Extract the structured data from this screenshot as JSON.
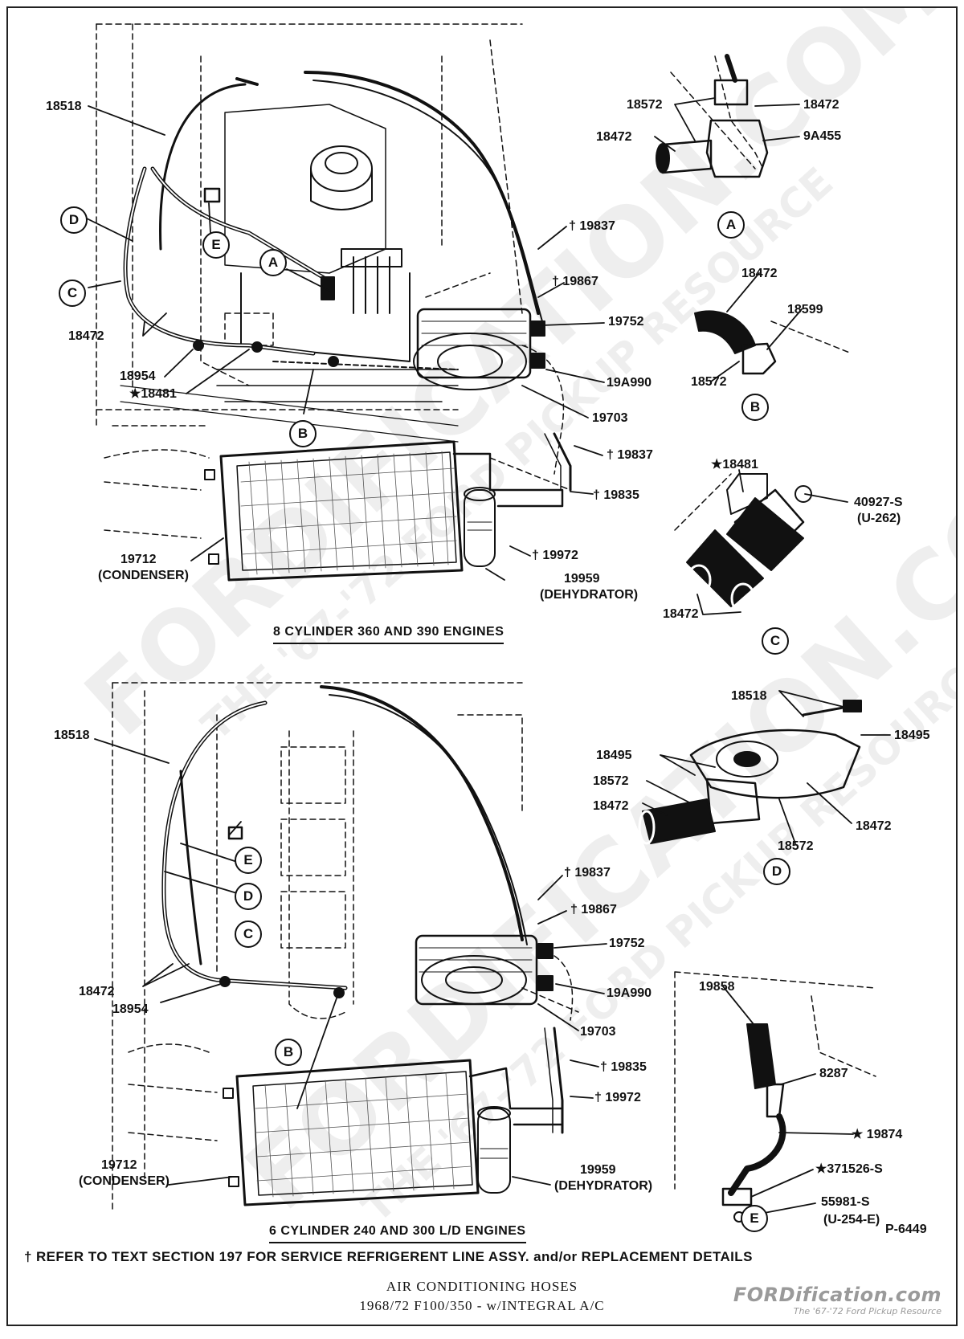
{
  "parts": {
    "t18518": "18518",
    "t18472a": "18472",
    "t18954": "18954",
    "t18481": "★18481",
    "t19837a": "† 19837",
    "t19867": "† 19867",
    "t19752": "19752",
    "t19a990": "19A990",
    "t19703": "19703",
    "t19837b": "† 19837",
    "t19835": "† 19835",
    "t19972": "† 19972",
    "t19712": "19712",
    "t19712s": "(CONDENSER)",
    "t19959": "19959",
    "t19959s": "(DEHYDRATOR)",
    "b18518": "18518",
    "b18472": "18472",
    "b18954": "18954",
    "b19837": "† 19837",
    "b19867": "† 19867",
    "b19752": "19752",
    "b19a990": "19A990",
    "b19703": "19703",
    "b19835": "† 19835",
    "b19972": "† 19972",
    "b19712": "19712",
    "b19712s": "(CONDENSER)",
    "b19959": "19959",
    "b19959s": "(DEHYDRATOR)",
    "a18572": "18572",
    "a18472r": "18472",
    "a18472l": "18472",
    "a9a455": "9A455",
    "bb18472": "18472",
    "bb18599": "18599",
    "bb18572": "18572",
    "c18481": "★18481",
    "c40927": "40927-S",
    "c40927s": "(U-262)",
    "c18472": "18472",
    "d18518": "18518",
    "d18495r": "18495",
    "d18495l": "18495",
    "d18572l": "18572",
    "d18472l": "18472",
    "d18472r": "18472",
    "d18572b": "18572",
    "e19858": "19858",
    "e8287": "8287",
    "e19874": "★ 19874",
    "e371526": "★371526-S",
    "e55981": "55981-S",
    "e55981s": "(U-254-E)"
  },
  "callouts": {
    "tA": "A",
    "tB": "B",
    "tC": "C",
    "tD": "D",
    "tE": "E",
    "bB": "B",
    "bC": "C",
    "bD": "D",
    "bE": "E",
    "dA": "A",
    "dB": "B",
    "dC": "C",
    "dD": "D",
    "dE": "E"
  },
  "titles": {
    "top": "8 CYLINDER 360 AND 390 ENGINES",
    "bottom": "6 CYLINDER 240 AND 300 L/D ENGINES",
    "code": "P-6449"
  },
  "footnote": "† REFER TO TEXT SECTION 197 FOR SERVICE REFRIGERENT LINE ASSY. and/or REPLACEMENT DETAILS",
  "caption": {
    "line1": "AIR CONDITIONING HOSES",
    "line2": "1968/72 F100/350 - w/INTEGRAL A/C"
  },
  "watermark": {
    "main": "FORDIFICATION.COM",
    "sub": "THE '67-'72 FORD PICKUP RESOURCE"
  },
  "brand": {
    "name": "FORDification.com",
    "tagline": "The '67-'72 Ford Pickup Resource"
  }
}
